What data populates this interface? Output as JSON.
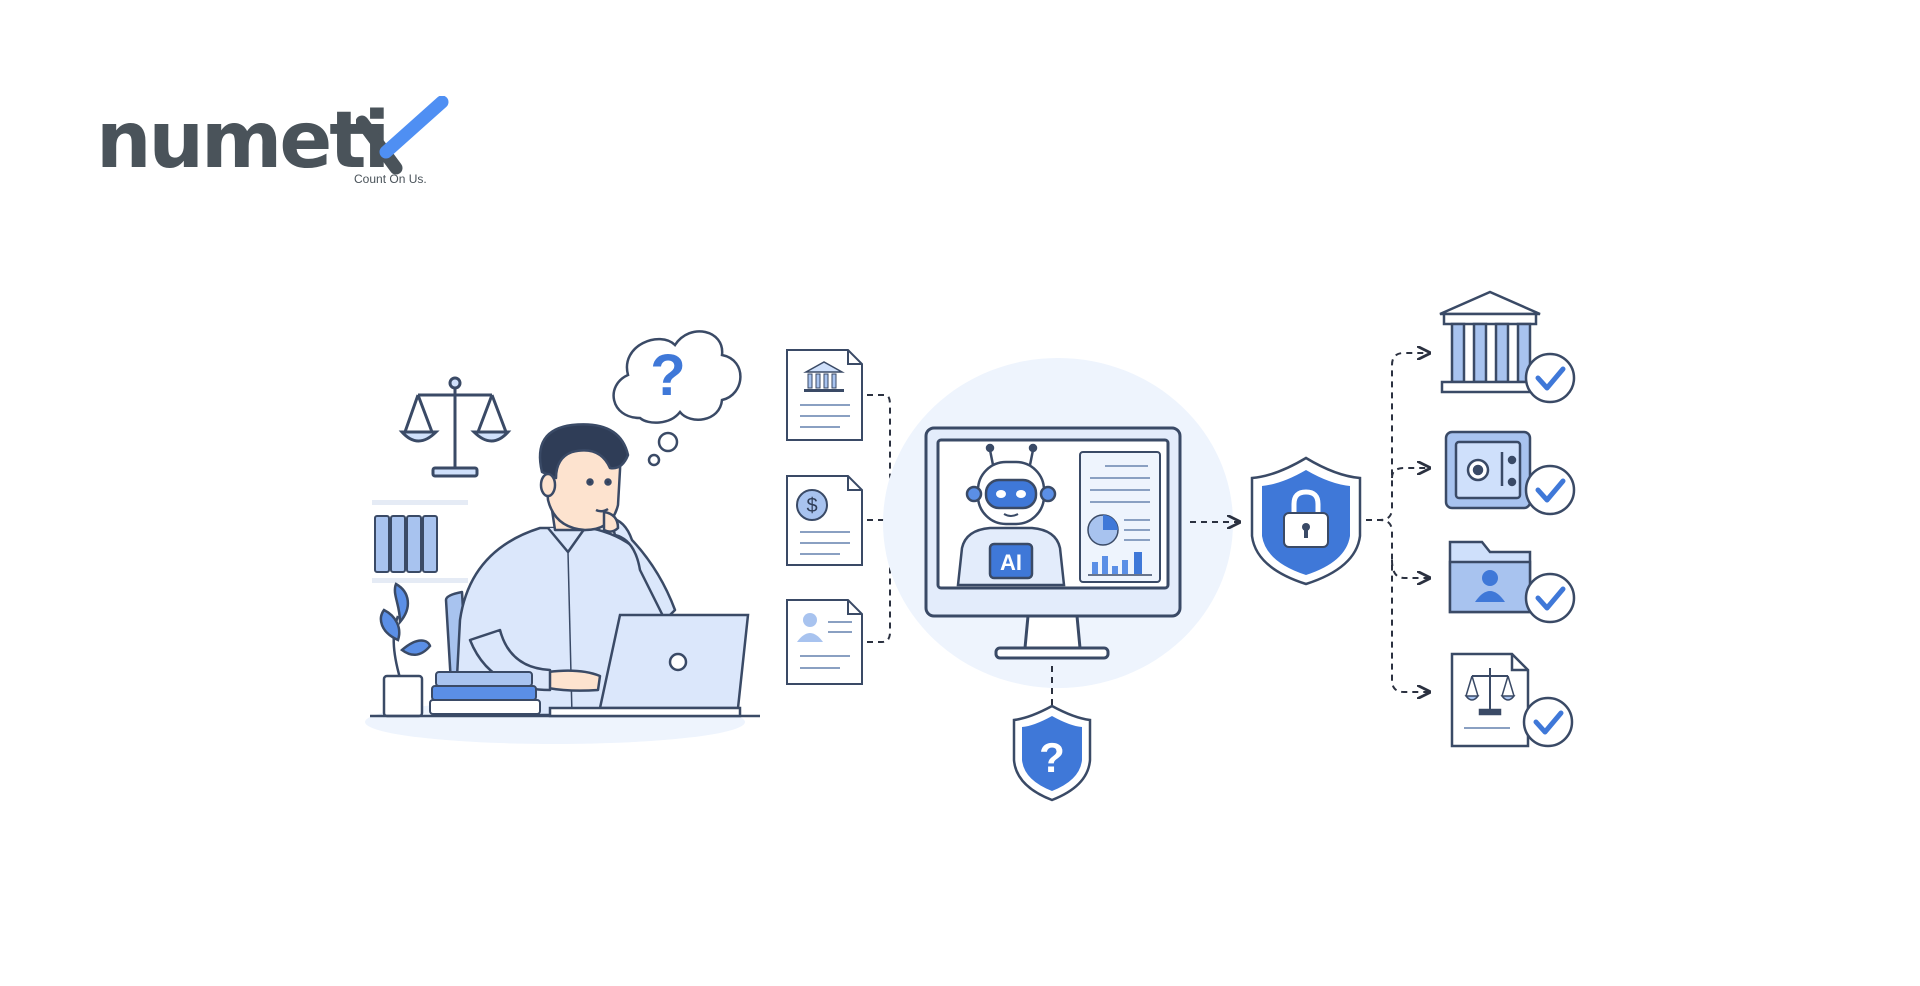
{
  "brand": {
    "name": "numeti",
    "tagline": "Count On Us.",
    "text_color": "#4a535a",
    "accent_color": "#4f8ff3"
  },
  "illustration": {
    "thought_bubble_symbol": "?",
    "currency_symbol": "$",
    "robot_badge": "AI",
    "query_shield_symbol": "?",
    "palette": {
      "primary_blue": "#3f78d8",
      "light_blue": "#cfe0fb",
      "pale_blue": "#eef4fd",
      "outline": "#3a4a66",
      "shirt": "#dbe7fb",
      "hair": "#2f3d57",
      "skin": "#fde3cf"
    },
    "inputs": [
      "bank-document-icon",
      "dollar-document-icon",
      "person-document-icon"
    ],
    "outputs": [
      "bank-building-icon",
      "safe-vault-icon",
      "user-folder-icon",
      "legal-document-icon"
    ]
  }
}
